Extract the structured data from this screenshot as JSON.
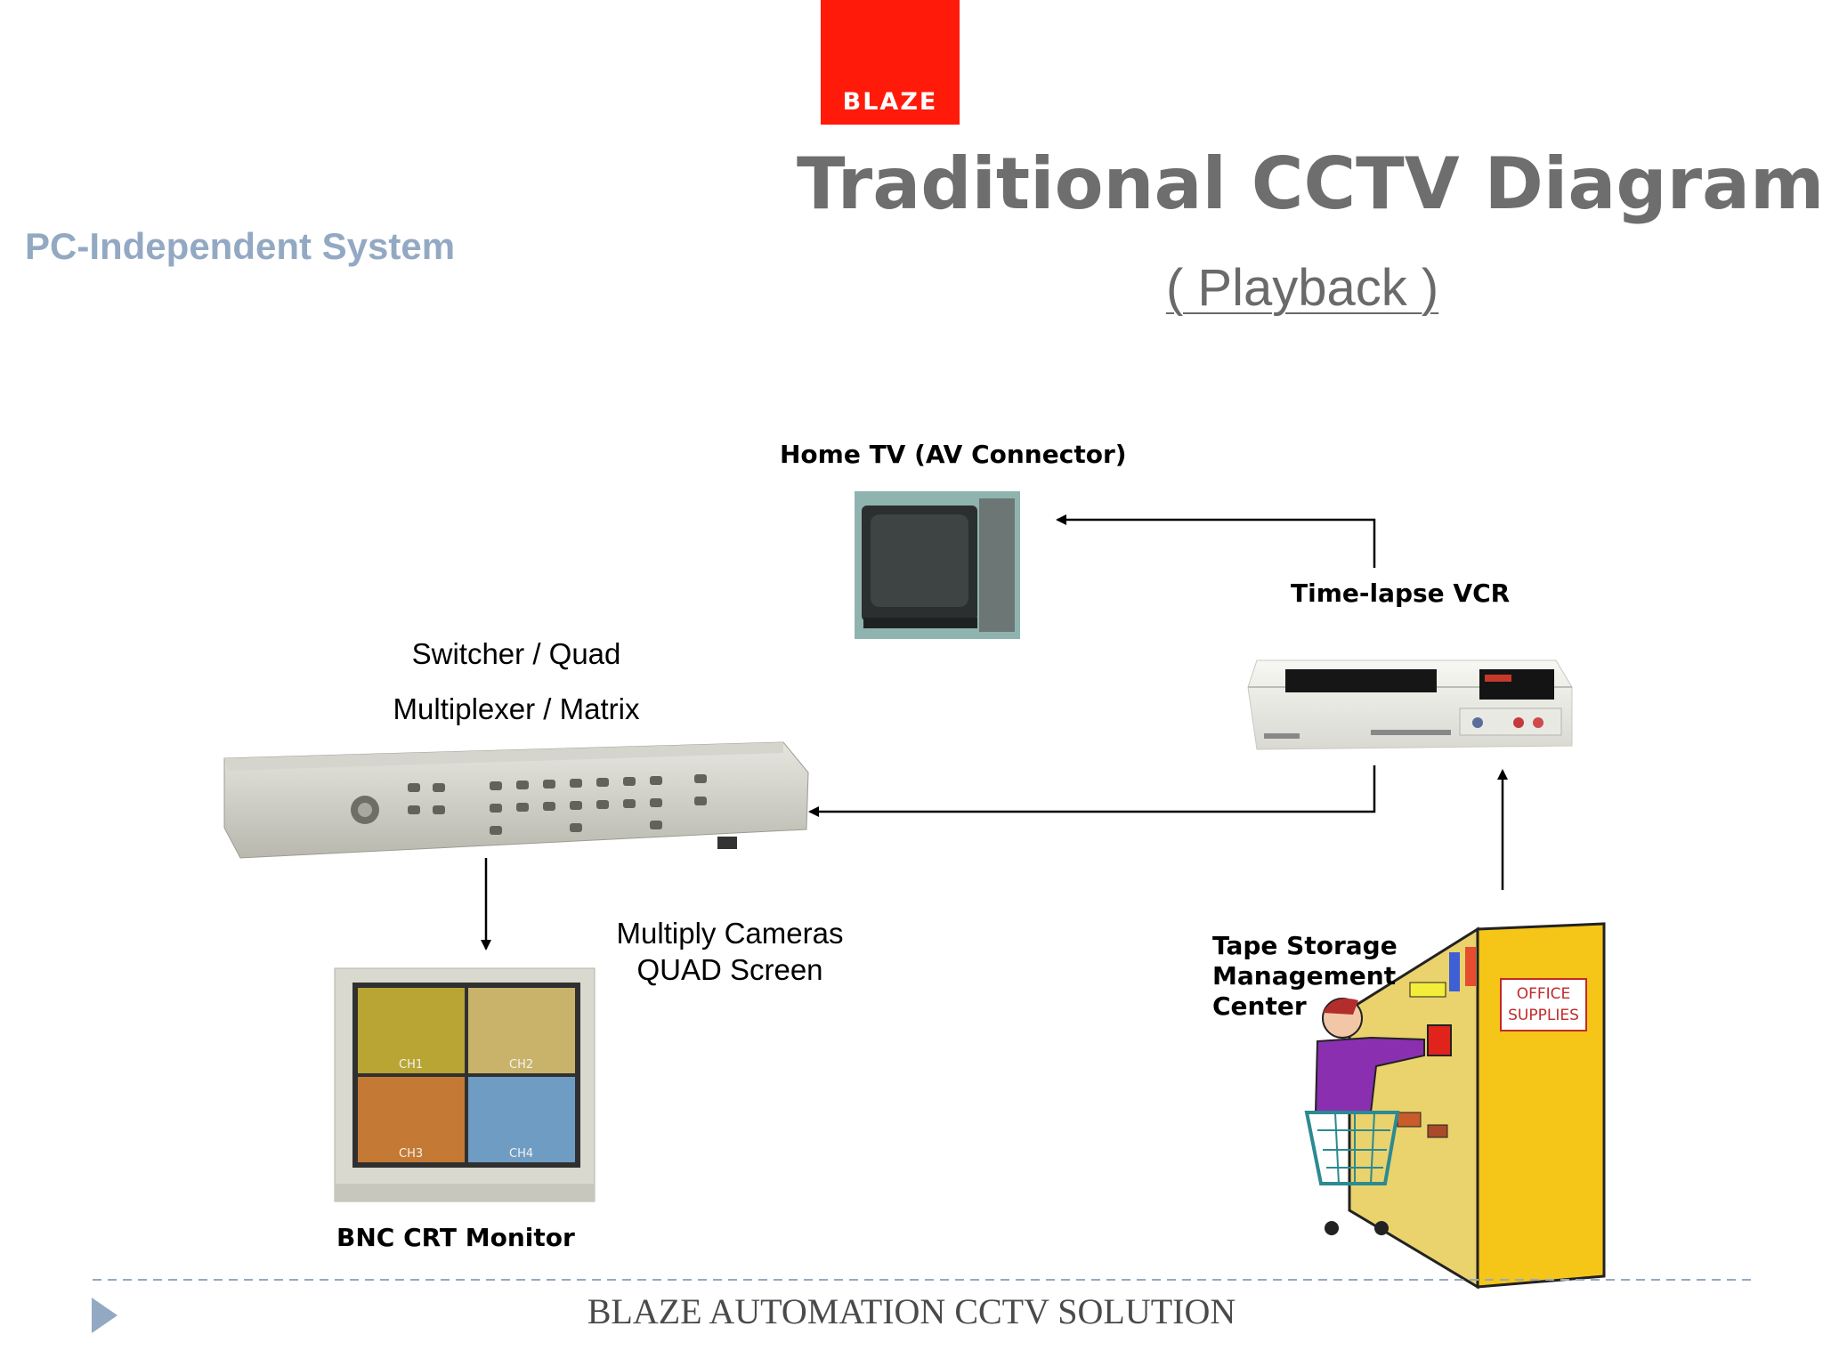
{
  "logo": {
    "text": "BLAZE",
    "color": "#ff1a0a"
  },
  "slide": {
    "title": "Traditional CCTV Diagram",
    "subtitle": "( Playback )",
    "left_label": "PC-Independent System",
    "footer": "BLAZE AUTOMATION CCTV SOLUTION"
  },
  "nodes": {
    "home_tv": {
      "label": "Home TV (AV Connector)"
    },
    "vcr": {
      "label": "Time-lapse VCR"
    },
    "switcher": {
      "line1": "Switcher / Quad",
      "line2": "Multiplexer / Matrix"
    },
    "monitor": {
      "label": "BNC CRT Monitor",
      "channels": [
        "CH1",
        "CH2",
        "CH3",
        "CH4"
      ]
    },
    "quad_note": {
      "line1": "Multiply Cameras",
      "line2": "QUAD Screen"
    },
    "tape": {
      "line1": "Tape Storage",
      "line2": "Management",
      "line3": "Center",
      "sign1": "OFFICE",
      "sign2": "SUPPLIES"
    }
  },
  "edges": [
    {
      "from": "vcr",
      "to": "home_tv"
    },
    {
      "from": "vcr",
      "to": "switcher"
    },
    {
      "from": "switcher",
      "to": "monitor"
    },
    {
      "from": "tape",
      "to": "vcr"
    }
  ],
  "colors": {
    "accent": "#93a9c3",
    "title": "#6e6e6e",
    "shelf": "#f5c518"
  }
}
